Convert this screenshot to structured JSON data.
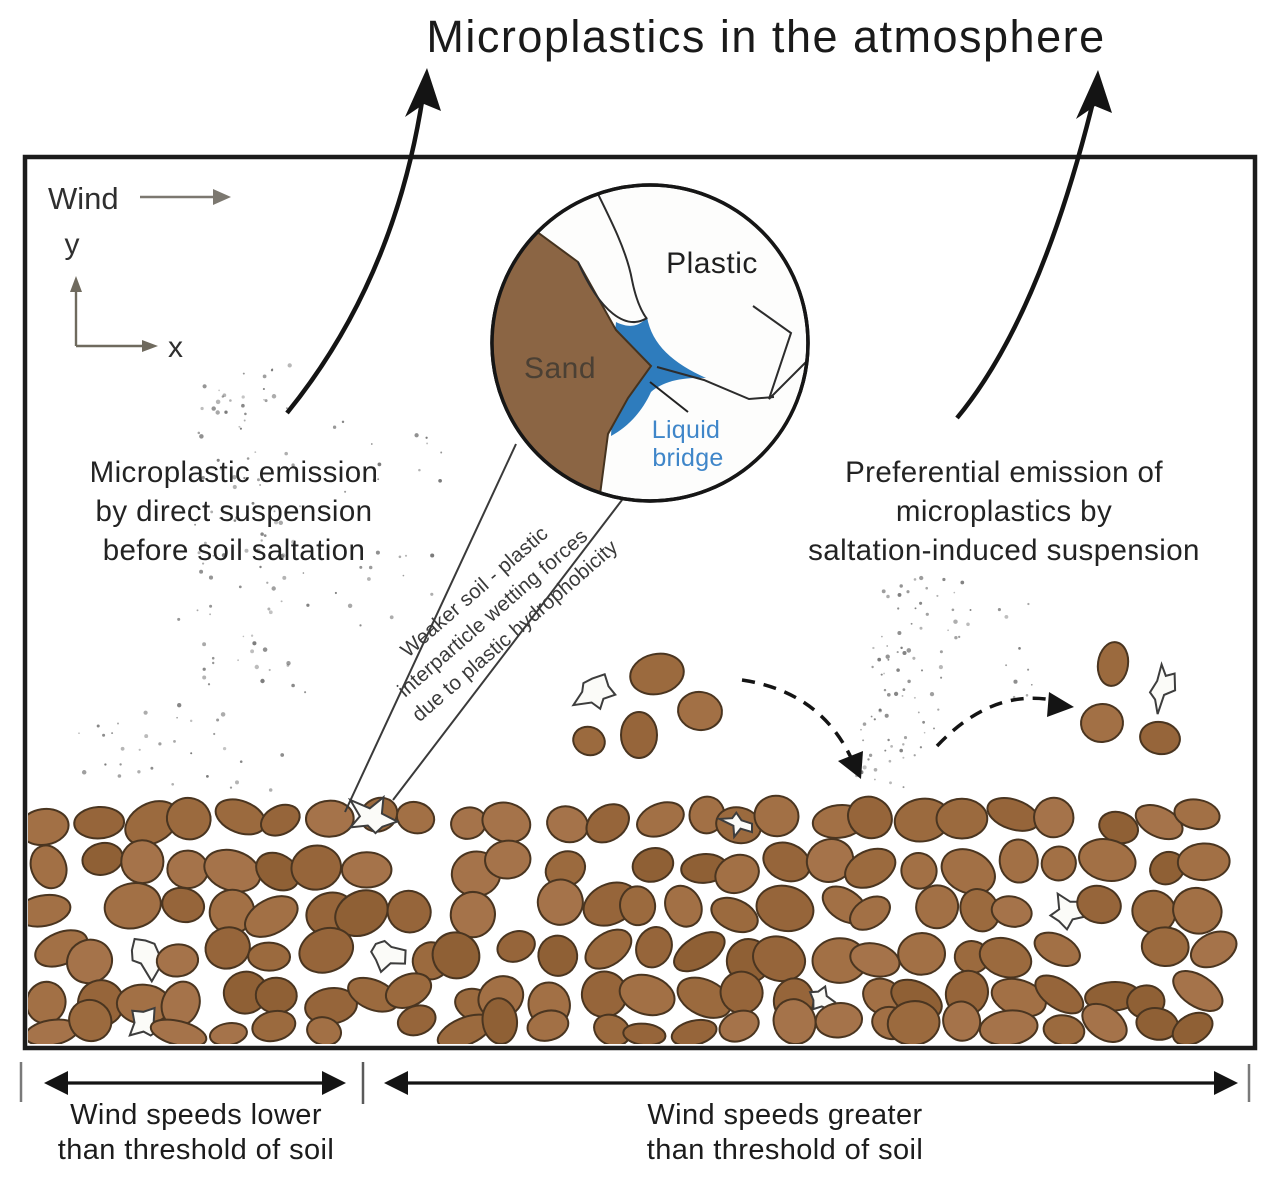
{
  "title": "Microplastics in the atmosphere",
  "wind": {
    "label": "Wind"
  },
  "axes": {
    "x": "x",
    "y": "y"
  },
  "inset": {
    "plastic_label": "Plastic",
    "sand_label": "Sand",
    "liquid_label_line1": "Liquid",
    "liquid_label_line2": "bridge"
  },
  "annotations": {
    "left": [
      "Microplastic emission",
      "by direct suspension",
      "before soil saltation"
    ],
    "right": [
      "Preferential emission of",
      "microplastics by",
      "saltation-induced suspension"
    ],
    "wedge": [
      "Weaker soil - plastic",
      "interparticle wetting forces",
      "due to plastic hydrophobicity"
    ]
  },
  "footer": {
    "left": [
      "Wind speeds lower",
      "than threshold of soil"
    ],
    "right": [
      "Wind speeds greater",
      "than threshold of soil"
    ]
  },
  "colors": {
    "sand_grain": "#9b6a3e",
    "grain_outline": "#4a3520",
    "plastic_fill": "#fbfbf8",
    "plastic_outline": "#3d3d3d",
    "dust": "#6b6b6b",
    "inset_sand": "#8b6544",
    "liquid_bridge": "#2e7cbd",
    "liquid_label": "#3f86c9",
    "wind_gray": "#7c7870",
    "axis_gray": "#6f6a5e",
    "ink": "#141414"
  }
}
